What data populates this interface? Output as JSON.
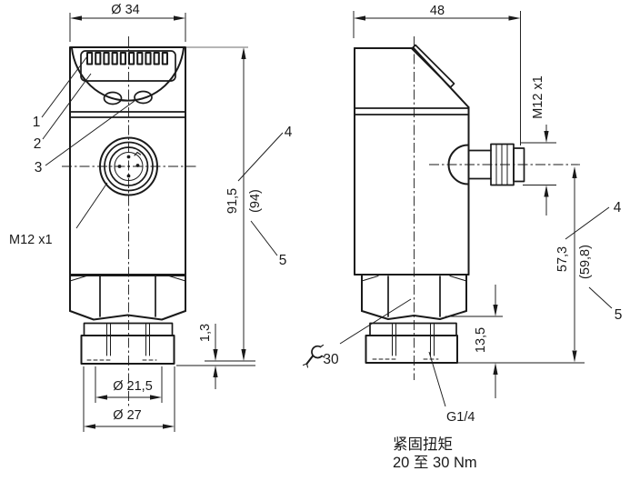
{
  "front_view": {
    "width_dim": "Ø 34",
    "callout_display_segments": "1",
    "callout_display": "2",
    "callout_buttons": "3",
    "connector_label": "M12 x1",
    "height_dim": "91,5",
    "height_dim_alt": "(94)",
    "callout_height": "4",
    "callout_height_alt": "5",
    "step_dim": "1,3",
    "seal_dia_dim": "Ø 21,5",
    "body_dia_dim": "Ø 27"
  },
  "side_view": {
    "depth_dim": "48",
    "connector_thread_dim": "M12 x1",
    "callout_height": "4",
    "callout_height_alt": "5",
    "height_dim": "57,3",
    "height_dim_alt": "(59,8)",
    "thread_length_dim": "13,5",
    "wrench_size": "30",
    "process_connection": "G1/4"
  },
  "note": {
    "line1": "紧固扭矩",
    "line2": "20 至 30 Nm"
  },
  "colors": {
    "line": "#1a1a1a",
    "gray_line": "#9d9d9d",
    "background": "#ffffff"
  }
}
